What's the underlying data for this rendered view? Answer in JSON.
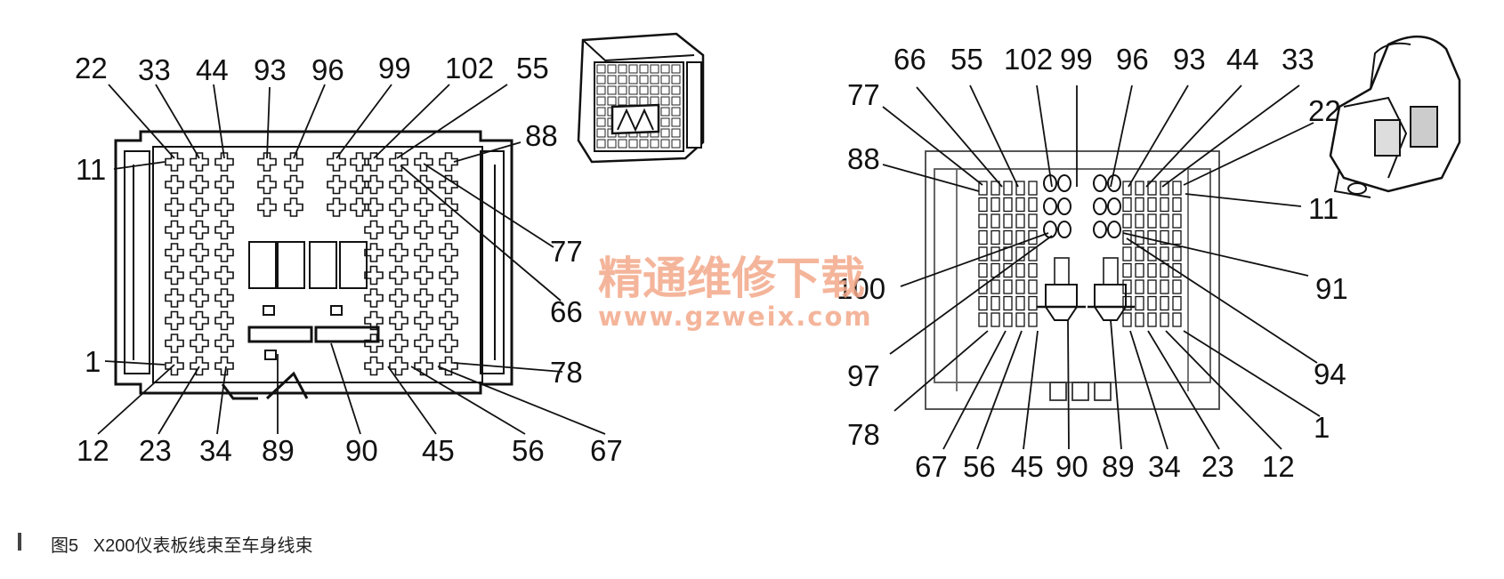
{
  "left_connector": {
    "top_labels": [
      "22",
      "33",
      "44",
      "93",
      "96",
      "99",
      "102",
      "55"
    ],
    "left_labels": [
      "11",
      "1"
    ],
    "right_labels": [
      "88",
      "77",
      "66",
      "78"
    ],
    "bottom_labels": [
      "12",
      "23",
      "34",
      "89",
      "90",
      "45",
      "56",
      "67"
    ]
  },
  "right_connector": {
    "top_labels": [
      "66",
      "55",
      "102",
      "99",
      "96",
      "93",
      "44",
      "33"
    ],
    "left_labels": [
      "77",
      "88",
      "100",
      "97",
      "78"
    ],
    "right_labels": [
      "22",
      "11",
      "91",
      "94",
      "1"
    ],
    "bottom_labels": [
      "67",
      "56",
      "45",
      "90",
      "89",
      "34",
      "23",
      "12"
    ]
  },
  "watermark": {
    "cn": "精通维修下载",
    "url": "www.gzweix.com",
    "color": "#f3a98a"
  },
  "caption": {
    "figure": "图5",
    "text": "X200仪表板线束至车身线束"
  }
}
